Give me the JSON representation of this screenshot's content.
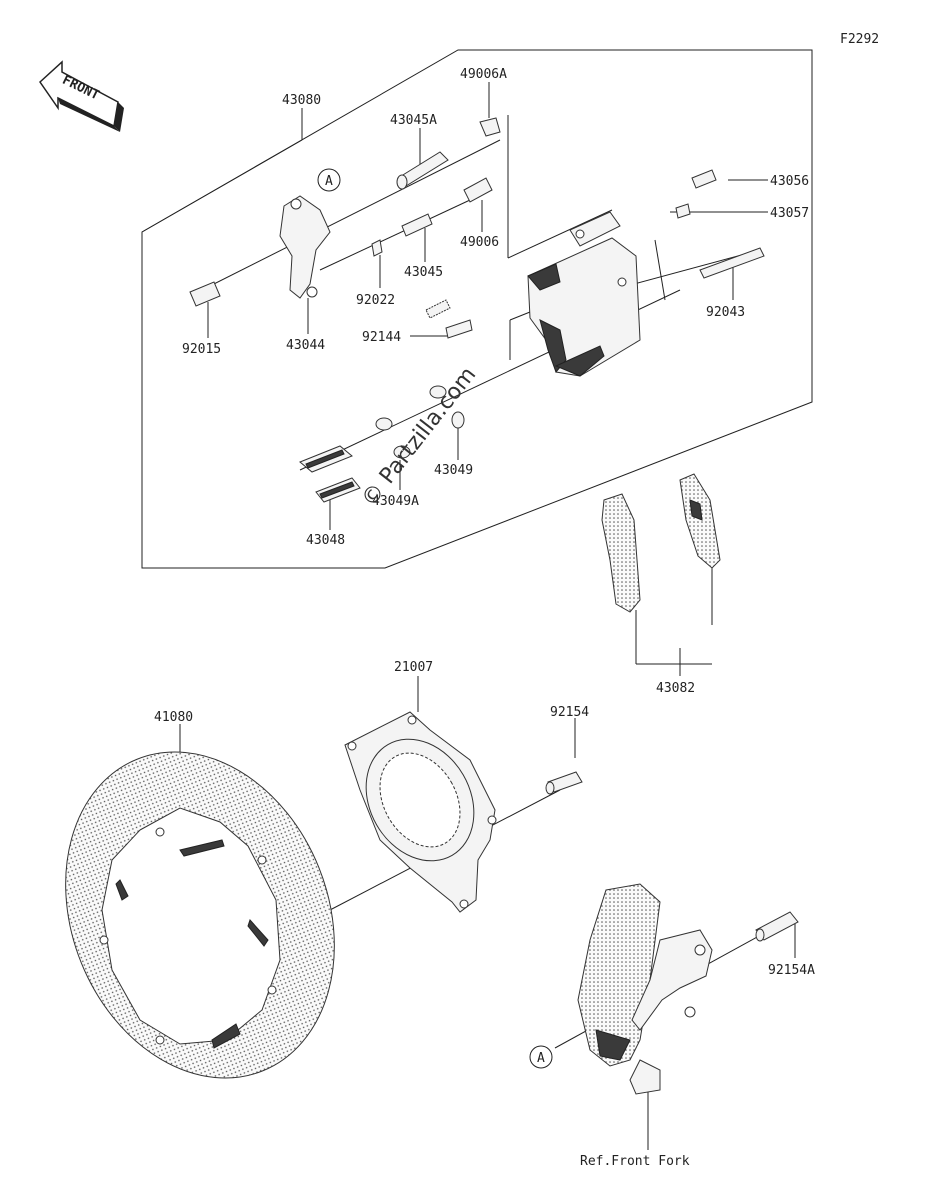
{
  "diagram_code": "F2292",
  "front_label": "FRONT",
  "watermark": "© Partzilla.com",
  "ref_marker": "A",
  "ref_note": "Ref.Front Fork",
  "parts": {
    "p43080": "43080",
    "p49006A": "49006A",
    "p43045A": "43045A",
    "p43056": "43056",
    "p43057": "43057",
    "p49006": "49006",
    "p43045": "43045",
    "p92022": "92022",
    "p92043": "92043",
    "p92015": "92015",
    "p43044": "43044",
    "p92144": "92144",
    "p43049": "43049",
    "p43049A": "43049A",
    "p43048": "43048",
    "p21007": "21007",
    "p41080": "41080",
    "p92154": "92154",
    "p43082": "43082",
    "p92154A": "92154A"
  }
}
